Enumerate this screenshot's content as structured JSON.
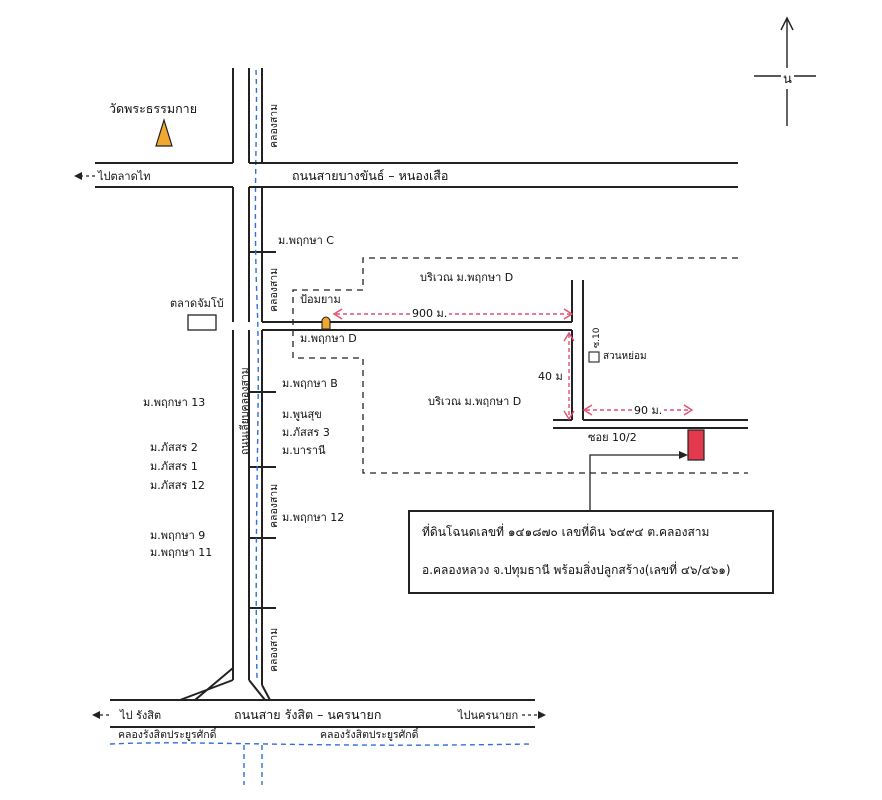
{
  "north_label": "น",
  "landmarks": {
    "temple": "วัดพระธรรมกาย",
    "market_jumbo": "ตลาดจัมโบ้",
    "watch_tower": "ป้อมยาม"
  },
  "roads": {
    "top_road": "ถนนสายบางขันธ์ – หนองเสือ",
    "to_talat_thai": "ไปตลาดไท",
    "bottom_road": "ถนนสาย รังสิต – นครนายก",
    "to_rangsit": "ไป รังสิต",
    "to_nakhon_nayok": "ไปนครนายก",
    "canal_road_vertical": "ถนนเลียบคลองสาม",
    "soi": "ซอย 10/2",
    "soi_vertical": "ซ.10"
  },
  "canals": {
    "khlong_sam": "คลองสาม",
    "khlong_rangsit": "คลองรังสิตประยูรศักดิ์"
  },
  "villages": {
    "pruksa_c": "ม.พฤกษา C",
    "pruksa_d": "ม.พฤกษา D",
    "pruksa_b": "ม.พฤกษา B",
    "poonsuk": "ม.พูนสุข",
    "passorn_3": "ม.ภัสสร 3",
    "baranee": "ม.บารานี",
    "pruksa_12": "ม.พฤกษา 12",
    "pruksa_13": "ม.พฤกษา 13",
    "passorn_2": "ม.ภัสสร 2",
    "passorn_1": "ม.ภัสสร 1",
    "passorn_12": "ม.ภัสสร 12",
    "pruksa_9": "ม.พฤกษา 9",
    "pruksa_11": "ม.พฤกษา 11",
    "area_pruksa_d": "บริเวณ ม.พฤกษา D",
    "garden": "สวนหย่อม"
  },
  "distances": {
    "d900": "900 ม.",
    "d40": "40 ม",
    "d90": "90 ม."
  },
  "callout": {
    "line1": "ที่ดินโฉนดเลขที่ ๑๔๑๘๗๐ เลขที่ดิน ๖๔๙๔ ต.คลองสาม",
    "line2": "อ.คลองหลวง จ.ปทุมธานี พร้อมสิ่งปลูกสร้าง(เลขที่ ๔๖/๔๖๑)"
  },
  "colors": {
    "road": "#222222",
    "canal": "#2f6fd6",
    "distance": "#e05070",
    "plot": "#e23a4c",
    "marker": "#f0a830"
  }
}
